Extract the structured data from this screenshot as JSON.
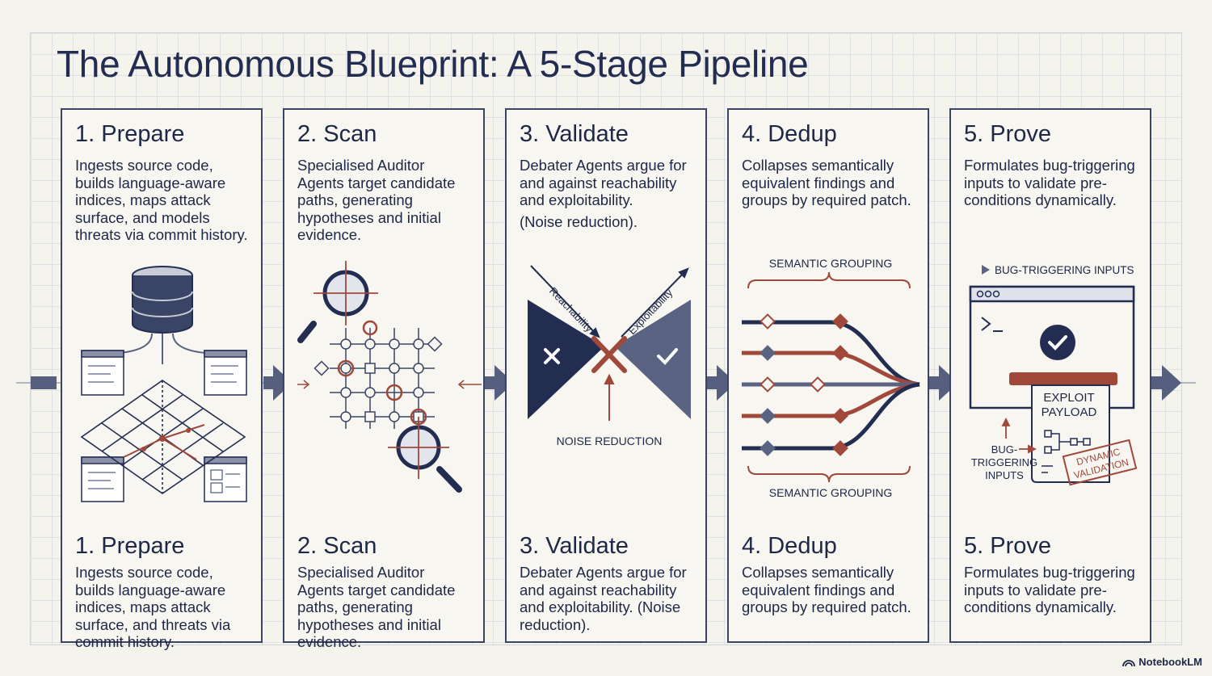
{
  "title": "The Autonomous Blueprint: A 5-Stage Pipeline",
  "stages": [
    {
      "title": "1. Prepare",
      "top_description": "Ingests source code, builds language-aware indices, maps attack surface, and models threats via commit history.",
      "bottom_description": "Ingests source code, builds language-aware indices, maps attack surface, and threats via commit history.",
      "illustration": "database-code-graph"
    },
    {
      "title": "2. Scan",
      "top_description": "Specialised Auditor Agents target candidate paths, generating hypotheses and initial evidence.",
      "bottom_description": "Specialised Auditor Agents target candidate paths, generating hypotheses and initial evidence.",
      "illustration": "magnifier-node-grid"
    },
    {
      "title": "3. Validate",
      "top_description": "Debater Agents argue for and against reachability and exploitability.",
      "top_note": "(Noise reduction).",
      "bottom_description": "Debater Agents argue for and against reachability and exploitability. (Noise reduction).",
      "illustration": "debate-triangles",
      "labels": {
        "left": "Reachability",
        "right": "Exploitability",
        "bottom": "NOISE REDUCTION"
      }
    },
    {
      "title": "4. Dedup",
      "top_description": "Collapses semantically equivalent findings and groups by required patch.",
      "bottom_description": "Collapses semantically equivalent findings and groups by required patch.",
      "illustration": "merging-lines",
      "labels": {
        "top": "SEMANTIC GROUPING",
        "bottom": "SEMANTIC GROUPING"
      }
    },
    {
      "title": "5. Prove",
      "top_description": "Formulates bug-triggering inputs to validate pre-conditions dynamically.",
      "bottom_description": "Formulates bug-triggering inputs to validate pre-conditions dynamically.",
      "illustration": "exploit-window",
      "labels": {
        "header": "BUG-TRIGGERING INPUTS",
        "payload_line1": "EXPLOIT",
        "payload_line2": "PAYLOAD",
        "side_line1": "BUG-",
        "side_line2": "TRIGGERING",
        "side_line3": "INPUTS",
        "stamp_line1": "DYNAMIC",
        "stamp_line2": "VALIDATION"
      }
    }
  ],
  "brand": "NotebookLM",
  "colors": {
    "navy": "#232d52",
    "rust": "#a0483a",
    "slate": "#5a6482",
    "ink": "#1e2746",
    "paper": "#f7f6f0"
  }
}
